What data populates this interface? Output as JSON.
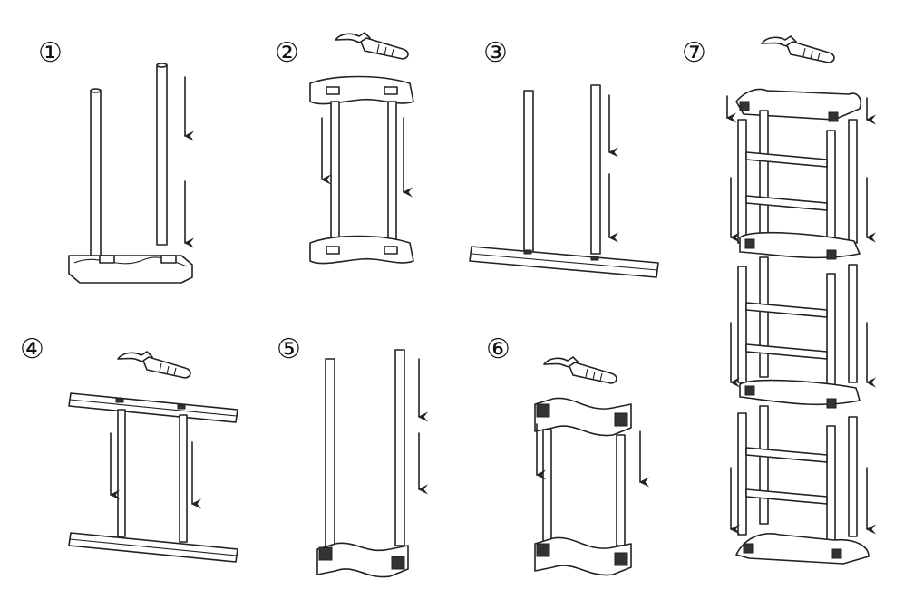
{
  "steps": [
    {
      "id": 1,
      "label": "①",
      "hammer": false
    },
    {
      "id": 2,
      "label": "②",
      "hammer": true
    },
    {
      "id": 3,
      "label": "③",
      "hammer": false
    },
    {
      "id": 4,
      "label": "④",
      "hammer": true
    },
    {
      "id": 5,
      "label": "⑤",
      "hammer": false
    },
    {
      "id": 6,
      "label": "⑥",
      "hammer": true
    },
    {
      "id": 7,
      "label": "⑦",
      "hammer": true
    }
  ],
  "icons": [
    "hammer-icon",
    "down-arrow-icon"
  ],
  "colors": {
    "line": "#222222",
    "background": "#ffffff"
  }
}
